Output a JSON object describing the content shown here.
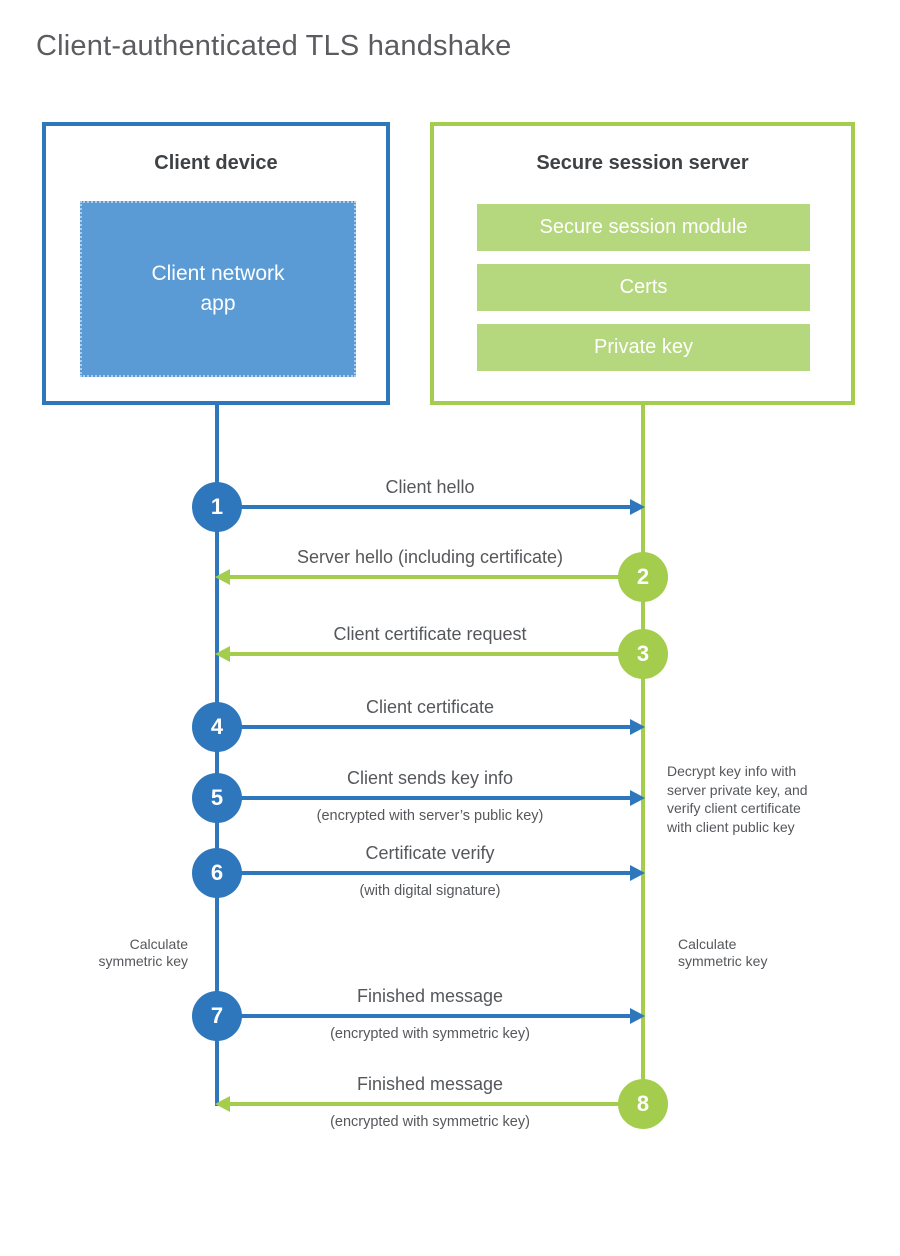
{
  "title": "Client-authenticated TLS handshake",
  "client": {
    "title": "Client device",
    "app_label": "Client network\napp"
  },
  "server": {
    "title": "Secure session server",
    "modules": [
      "Secure session module",
      "Certs",
      "Private key"
    ]
  },
  "steps": [
    {
      "num": "1",
      "label": "Client hello",
      "direction": "right",
      "color": "blue"
    },
    {
      "num": "2",
      "label": "Server hello (including certificate)",
      "direction": "left",
      "color": "green"
    },
    {
      "num": "3",
      "label": "Client certificate request",
      "direction": "left",
      "color": "green"
    },
    {
      "num": "4",
      "label": "Client certificate",
      "direction": "right",
      "color": "blue"
    },
    {
      "num": "5",
      "label": "Client sends key info",
      "sublabel": "(encrypted with server’s public key)",
      "direction": "right",
      "color": "blue"
    },
    {
      "num": "6",
      "label": "Certificate verify",
      "sublabel": "(with digital signature)",
      "direction": "right",
      "color": "blue"
    },
    {
      "num": "7",
      "label": "Finished message",
      "sublabel": "(encrypted with symmetric key)",
      "direction": "right",
      "color": "blue"
    },
    {
      "num": "8",
      "label": "Finished message",
      "sublabel": "(encrypted with symmetric key)",
      "direction": "left",
      "color": "green"
    }
  ],
  "notes": {
    "decrypt_note": "Decrypt key info with\nserver private key, and\nverify client certificate\nwith client public key",
    "client_calculate": "Calculate\nsymmetric key",
    "server_calculate": "Calculate\nsymmetric key"
  },
  "colors": {
    "client_accent": "#2e77bd",
    "client_fill": "#5b9bd5",
    "server_accent": "#a4cd4e",
    "server_fill": "#b5d77d",
    "heading_text": "#3f4245",
    "label_text": "#55575b"
  }
}
